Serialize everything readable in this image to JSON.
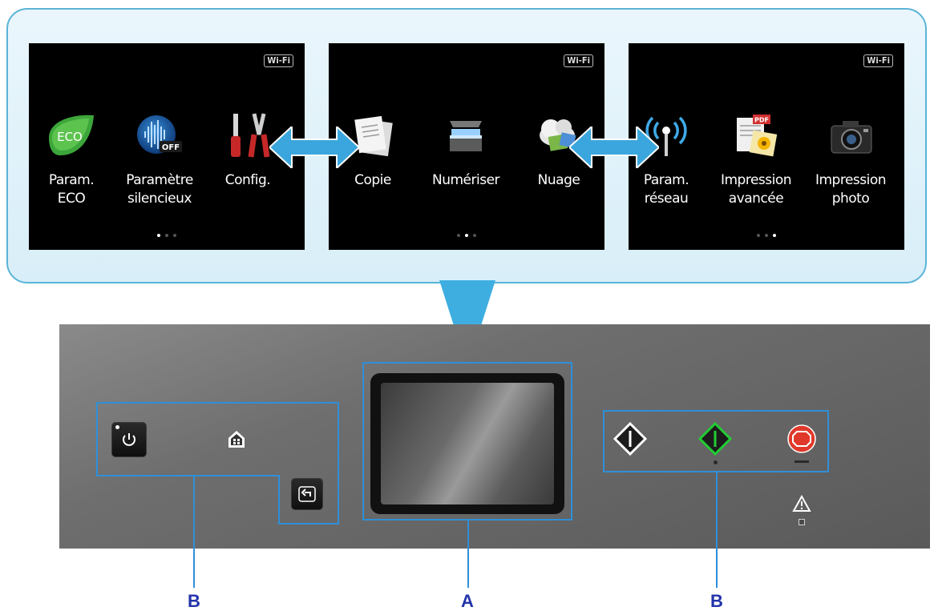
{
  "screens": [
    {
      "wifi": "Wi-Fi",
      "apps": [
        {
          "label_line1": "Param.",
          "label_line2": "ECO",
          "icon": "eco-leaf-icon",
          "icon_text": "ECO"
        },
        {
          "label_line1": "Paramètre",
          "label_line2": "silencieux",
          "icon": "silent-mode-icon",
          "icon_text": "OFF"
        },
        {
          "label_line1": "Config.",
          "label_line2": "",
          "icon": "tools-icon"
        }
      ],
      "page_index": 0
    },
    {
      "wifi": "Wi-Fi",
      "apps": [
        {
          "label_line1": "Copie",
          "label_line2": "",
          "icon": "copy-icon"
        },
        {
          "label_line1": "Numériser",
          "label_line2": "",
          "icon": "scanner-icon"
        },
        {
          "label_line1": "Nuage",
          "label_line2": "",
          "icon": "cloud-icon"
        }
      ],
      "page_index": 1
    },
    {
      "wifi": "Wi-Fi",
      "apps": [
        {
          "label_line1": "Param.",
          "label_line2": "réseau",
          "icon": "wireless-antenna-icon"
        },
        {
          "label_line1": "Impression",
          "label_line2": "avancée",
          "icon": "pdf-print-icon",
          "icon_text": "PDF"
        },
        {
          "label_line1": "Impression",
          "label_line2": "photo",
          "icon": "camera-icon"
        }
      ],
      "page_index": 2
    }
  ],
  "callouts": {
    "left": "B",
    "center": "A",
    "right": "B"
  },
  "colors": {
    "callout_blue": "#2f8fd8",
    "bubble_border": "#5ab4d8",
    "arrow_blue": "#3aa6dd",
    "letter_blue": "#2233aa",
    "start_green": "#22cc33",
    "stop_red": "#e0392b"
  }
}
